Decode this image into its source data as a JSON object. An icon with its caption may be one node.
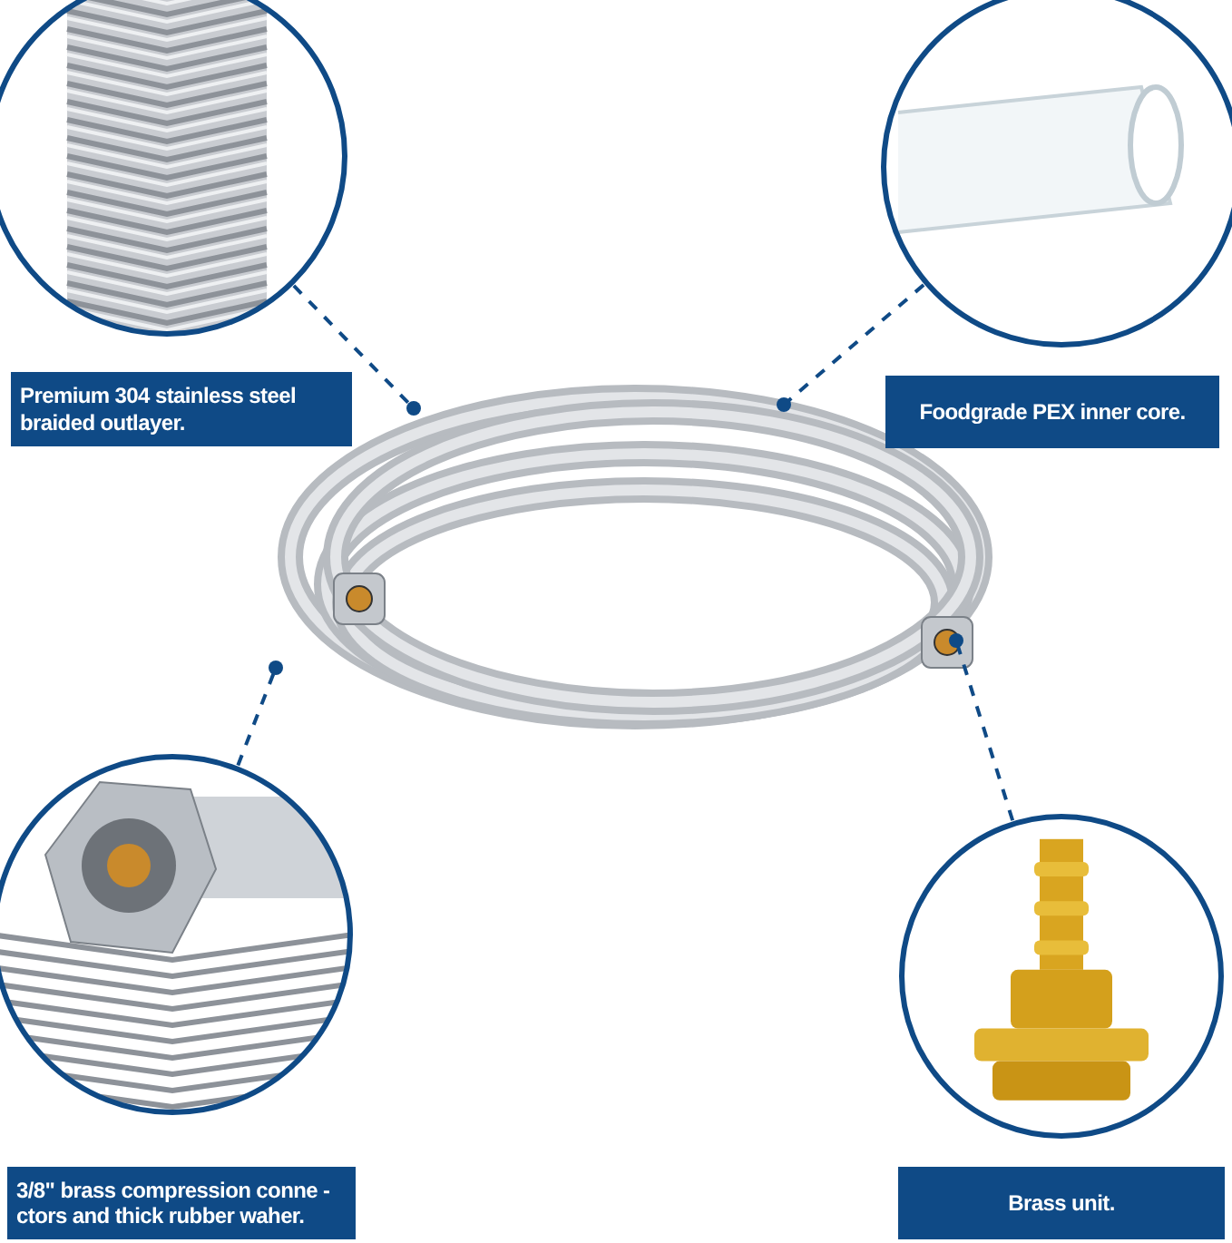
{
  "diagram": {
    "nodes": [
      {
        "text": [],
        "shape": "picture"
      },
      {
        "text": [
          "Premium 304 stainless steel braided outlayer."
        ]
      },
      {
        "text": [],
        "shape": "picture"
      },
      {
        "text": [
          "Foodgrade PEX inner core."
        ]
      },
      {
        "text": [],
        "shape": "picture"
      },
      {
        "text": [],
        "shape": "picture"
      },
      {
        "text": [
          "3/8\" brass compression conne -ctors and thick rubber waher."
        ]
      },
      {
        "text": [],
        "shape": "picture"
      },
      {
        "text": [
          "Brass unit."
        ]
      }
    ],
    "edges": [
      {
        "from": 0,
        "to": 4,
        "arrow": "other",
        "style": "dashed"
      },
      {
        "from": 2,
        "to": 4,
        "arrow": "other",
        "style": "dashed"
      },
      {
        "from": 5,
        "to": 4,
        "arrow": "other",
        "style": "dashed"
      },
      {
        "from": 7,
        "to": 4,
        "arrow": "other",
        "style": "dashed"
      }
    ]
  }
}
